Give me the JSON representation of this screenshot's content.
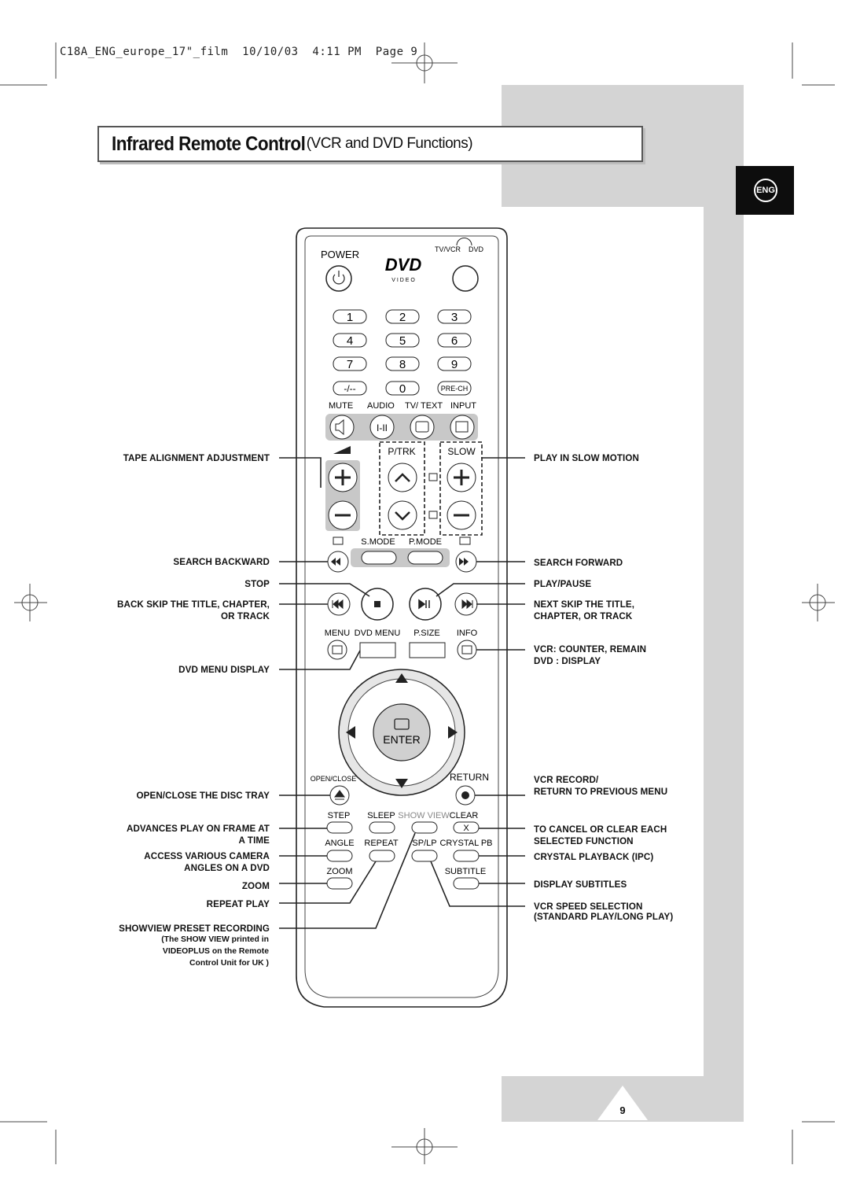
{
  "print_slug": "C18A_ENG_europe_17\"_film  10/10/03  4:11 PM  Page 9",
  "title": {
    "main": "Infrared Remote Control",
    "sub": "(VCR and DVD Functions)"
  },
  "language_tab": "ENG",
  "page_number": "9",
  "labels_left": [
    "TAPE ALIGNMENT ADJUSTMENT",
    "SEARCH BACKWARD",
    "STOP",
    "BACK SKIP THE TITLE, CHAPTER,",
    "OR TRACK",
    "DVD MENU DISPLAY",
    "OPEN/CLOSE THE DISC TRAY",
    "ADVANCES PLAY ON FRAME AT",
    "A TIME",
    "ACCESS VARIOUS CAMERA",
    "ANGLES ON A DVD",
    "ZOOM",
    "REPEAT PLAY",
    "SHOWVIEW PRESET RECORDING"
  ],
  "showview_note": [
    "(The SHOW VIEW printed in",
    "VIDEOPLUS on the Remote",
    "Control Unit for UK )"
  ],
  "labels_right": [
    "PLAY IN SLOW MOTION",
    "SEARCH FORWARD",
    "PLAY/PAUSE",
    "NEXT SKIP THE TITLE,",
    "CHAPTER, OR TRACK",
    "VCR: COUNTER, REMAIN",
    "DVD : DISPLAY",
    "VCR RECORD/",
    "RETURN TO PREVIOUS MENU",
    "TO CANCEL OR CLEAR EACH",
    "SELECTED FUNCTION",
    "CRYSTAL PLAYBACK (IPC)",
    "DISPLAY SUBTITLES",
    "VCR SPEED SELECTION",
    "(STANDARD PLAY/LONG PLAY)"
  ],
  "remote": {
    "power": "POWER",
    "tv_vcr": "TV/VCR",
    "dvd": "DVD",
    "dvd_logo": "DVD",
    "dvd_logo_sub": "V I D E O",
    "digits": [
      "1",
      "2",
      "3",
      "4",
      "5",
      "6",
      "7",
      "8",
      "9"
    ],
    "dash_key": "-/--",
    "zero_key": "0",
    "prech": "PRE-CH",
    "row_mute": [
      "MUTE",
      "AUDIO",
      "TV/ TEXT",
      "INPUT"
    ],
    "audio_glyph": "I-II",
    "ptrk": "P/TRK",
    "slow": "SLOW",
    "smode": "S.MODE",
    "pmode": "P.MODE",
    "menu_row": [
      "MENU",
      "DVD MENU",
      "P.SIZE",
      "INFO"
    ],
    "enter": "ENTER",
    "open_close": "OPEN/CLOSE",
    "return": "RETURN",
    "row_step": [
      "STEP",
      "SLEEP",
      "SHOW VIEW",
      "CLEAR"
    ],
    "clear_key": "X",
    "row_angle": [
      "ANGLE",
      "REPEAT",
      "SP/LP",
      "CRYSTAL PB"
    ],
    "zoom": "ZOOM",
    "subtitle": "SUBTITLE"
  },
  "colors": {
    "panel_gray": "#d4d4d4",
    "tab_black": "#0d0d0d",
    "keypad_gray": "#c8c8c8"
  }
}
